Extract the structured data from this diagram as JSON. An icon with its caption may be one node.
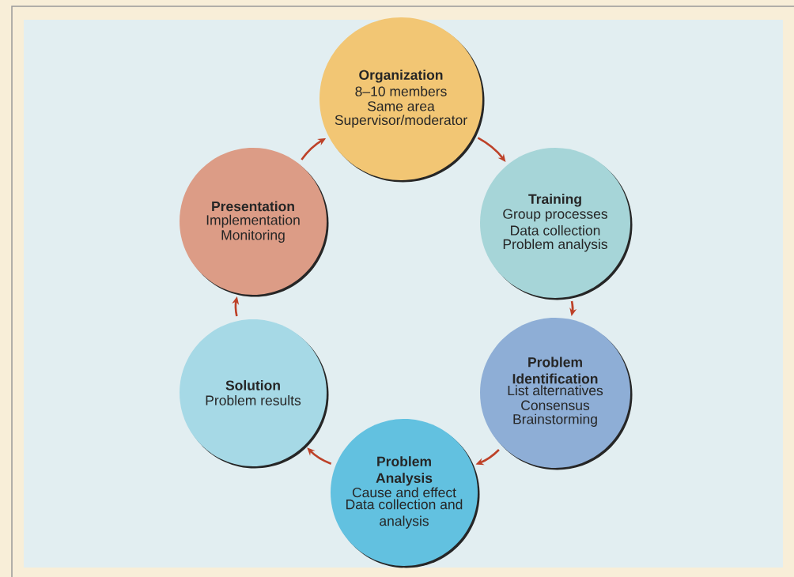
{
  "diagram": {
    "nodes": [
      {
        "text": [
          "Organization",
          "8–10 members",
          "Same area",
          "Supervisor/moderator"
        ]
      },
      {
        "text": [
          "Training",
          "Group processes",
          "Data collection",
          "Problem analysis"
        ]
      },
      {
        "text": [
          "Problem Identification",
          "List alternatives",
          "Consensus",
          "Brainstorming"
        ]
      },
      {
        "text": [
          "Problem Analysis",
          "Cause and effect",
          "Data collection and analysis"
        ]
      },
      {
        "text": [
          "Solution",
          "Problem results"
        ]
      },
      {
        "text": [
          "Presentation",
          "Implementation",
          "Monitoring"
        ]
      }
    ],
    "edges": [
      {
        "from": 0,
        "to": 1,
        "arrow": "to"
      },
      {
        "from": 1,
        "to": 2,
        "arrow": "to"
      },
      {
        "from": 2,
        "to": 3,
        "arrow": "to"
      },
      {
        "from": 3,
        "to": 4,
        "arrow": "to"
      },
      {
        "from": 4,
        "to": 5,
        "arrow": "to"
      },
      {
        "from": 5,
        "to": 0,
        "arrow": "to"
      }
    ]
  }
}
